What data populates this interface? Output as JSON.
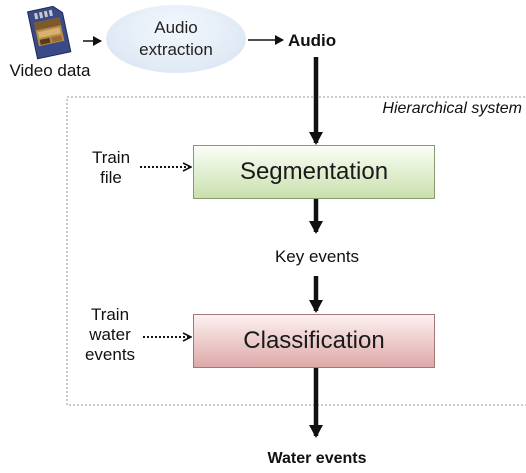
{
  "input": {
    "label": "Video data",
    "icon": "sd-card-icon"
  },
  "extraction": {
    "line1": "Audio",
    "line2": "extraction"
  },
  "audio_label": "Audio",
  "system": {
    "title": "Hierarchical system"
  },
  "segmentation": {
    "label": "Segmentation",
    "train_line1": "Train",
    "train_line2": "file"
  },
  "key_events": "Key events",
  "classification": {
    "label": "Classification",
    "train_line1": "Train",
    "train_line2": "water",
    "train_line3": "events"
  },
  "output": "Water events",
  "colors": {
    "segmentation_fill": "#c9e0ad",
    "classification_fill": "#dda9a8",
    "oval_fill": "#d6e3f2",
    "arrow": "#111111"
  }
}
